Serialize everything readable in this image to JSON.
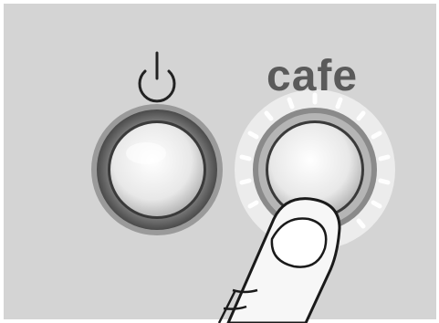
{
  "panel": {
    "power_button": {
      "icon": "power-icon",
      "state": "off"
    },
    "cafe_button": {
      "label": "cafe",
      "state": "illuminated"
    }
  },
  "colors": {
    "panel": "#d4d4d4",
    "ring": "#6b6b6b",
    "button_face": "#f0f0f0",
    "glow": "#ffffff"
  }
}
